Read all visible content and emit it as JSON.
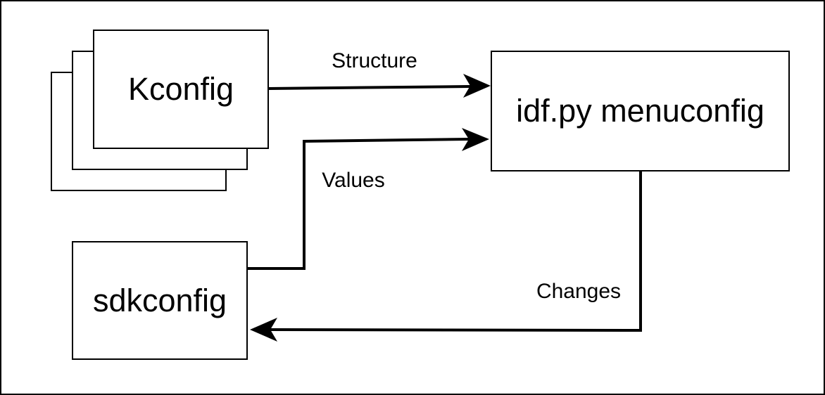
{
  "diagram": {
    "nodes": {
      "kconfig": {
        "label": "Kconfig",
        "shape": "stacked-documents"
      },
      "menuconfig": {
        "label": "idf.py menuconfig",
        "shape": "rectangle"
      },
      "sdkconfig": {
        "label": "sdkconfig",
        "shape": "rectangle"
      }
    },
    "edges": {
      "structure": {
        "label": "Structure",
        "from": "kconfig",
        "to": "menuconfig"
      },
      "values": {
        "label": "Values",
        "from": "sdkconfig",
        "to": "menuconfig"
      },
      "changes": {
        "label": "Changes",
        "from": "menuconfig",
        "to": "sdkconfig"
      }
    },
    "colors": {
      "stroke": "#000000",
      "node_fill": "#ffffff",
      "background": "#ffffff",
      "text": "#000000"
    }
  }
}
